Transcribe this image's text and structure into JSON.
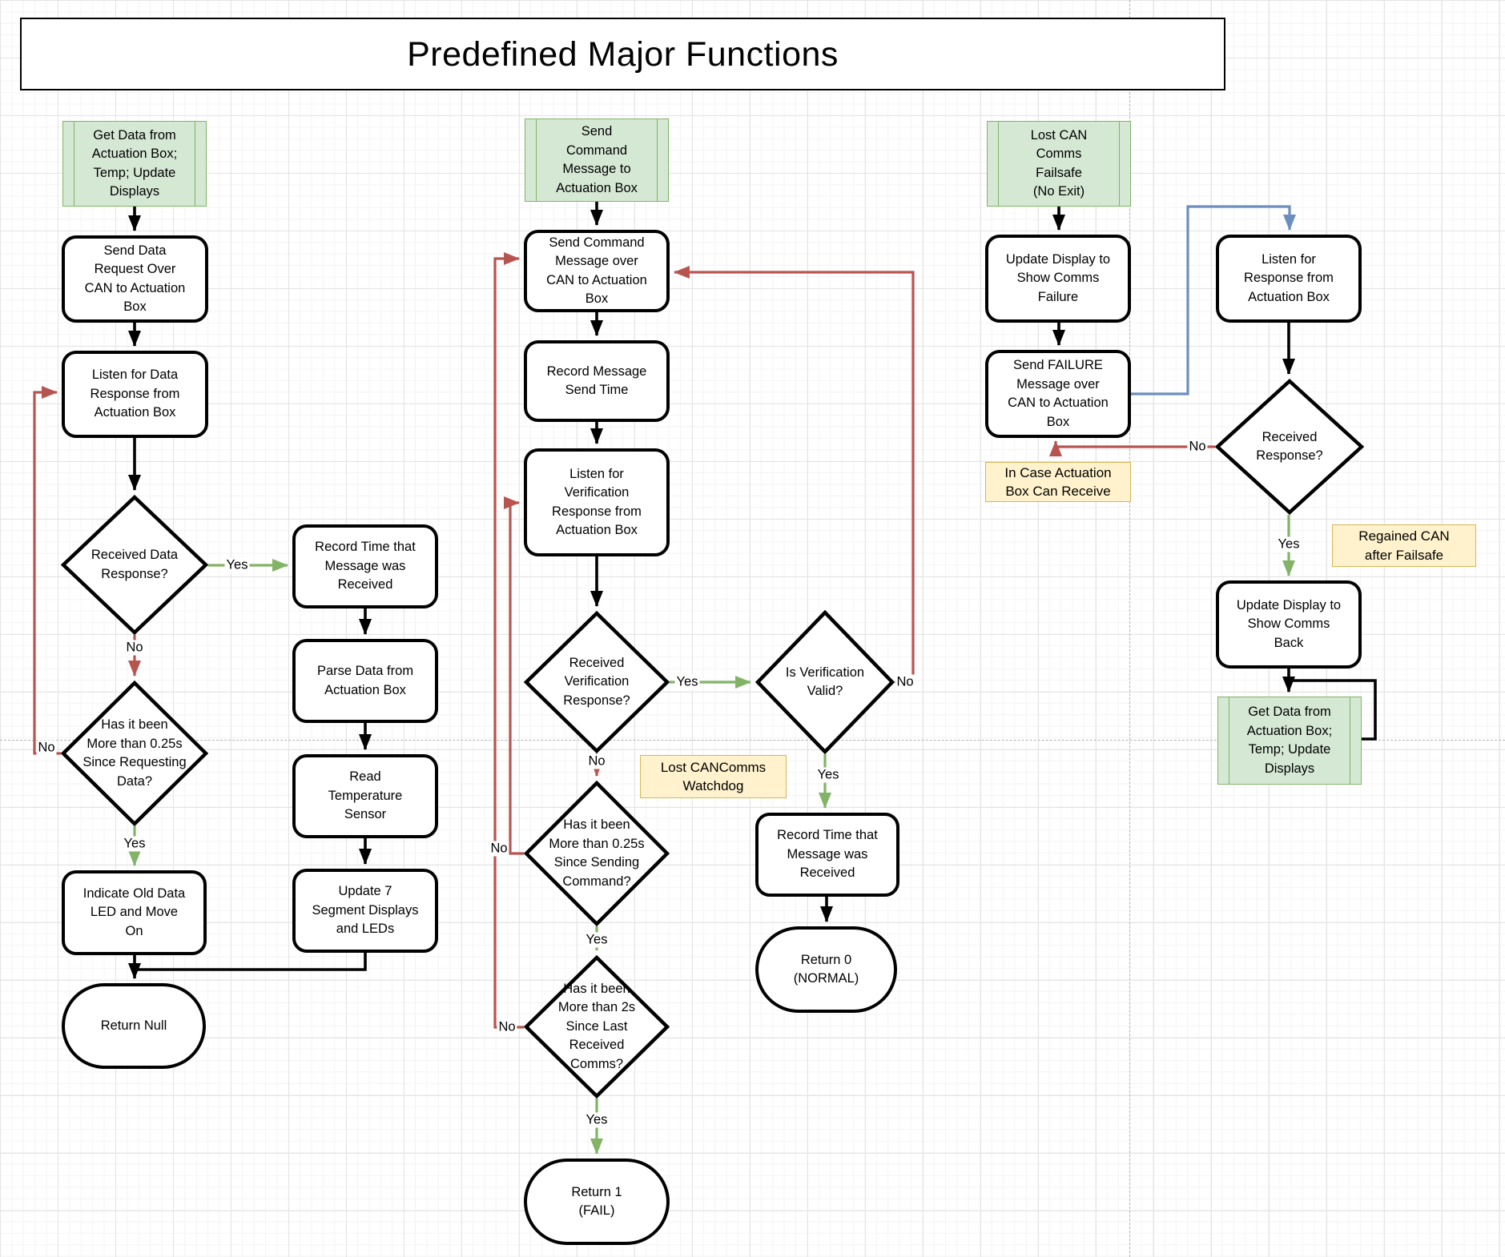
{
  "diagram": {
    "title": "Predefined Major Functions",
    "colors": {
      "black": "#000000",
      "red": "#b85450",
      "green": "#82b366",
      "blue": "#6c8ebf",
      "predefined_fill": "#d5e8d4",
      "predefined_stroke": "#82b366",
      "note_fill": "#fff2cc",
      "note_stroke": "#d6b656"
    },
    "nodes": [
      {
        "id": "page-title",
        "type": "title",
        "label": "Predefined Major Functions"
      },
      {
        "id": "predefined-get-data-entry",
        "type": "predefined",
        "label": "Get Data from\nActuation Box;\nTemp; Update\nDisplays"
      },
      {
        "id": "process-send-data-request",
        "type": "process",
        "label": "Send Data\nRequest Over\nCAN to Actuation\nBox"
      },
      {
        "id": "process-listen-data-response",
        "type": "process",
        "label": "Listen for Data\nResponse from\nActuation Box"
      },
      {
        "id": "decision-received-data-response",
        "type": "decision",
        "label": "Received Data\nResponse?"
      },
      {
        "id": "decision-more-than-025s-requesting",
        "type": "decision",
        "label": "Has it been\nMore than 0.25s\nSince Requesting\nData?"
      },
      {
        "id": "process-indicate-old-data-led",
        "type": "process",
        "label": "Indicate Old Data\nLED and Move\nOn"
      },
      {
        "id": "terminator-return-null",
        "type": "terminator",
        "label": "Return Null"
      },
      {
        "id": "process-record-time-received-left",
        "type": "process",
        "label": "Record Time that\nMessage was\nReceived"
      },
      {
        "id": "process-parse-data",
        "type": "process",
        "label": "Parse Data from\nActuation Box"
      },
      {
        "id": "process-read-temp-sensor",
        "type": "process",
        "label": "Read\nTemperature\nSensor"
      },
      {
        "id": "process-update-7seg",
        "type": "process",
        "label": "Update 7\nSegment Displays\nand LEDs"
      },
      {
        "id": "predefined-send-command-entry",
        "type": "predefined",
        "label": "Send\nCommand\nMessage to\nActuation Box"
      },
      {
        "id": "process-send-command-can",
        "type": "process",
        "label": "Send Command\nMessage over\nCAN to Actuation\nBox"
      },
      {
        "id": "process-record-send-time",
        "type": "process",
        "label": "Record Message\nSend Time"
      },
      {
        "id": "process-listen-verification",
        "type": "process",
        "label": "Listen for\nVerification\nResponse from\nActuation Box"
      },
      {
        "id": "decision-received-verification",
        "type": "decision",
        "label": "Received\nVerification\nResponse?"
      },
      {
        "id": "decision-is-verification-valid",
        "type": "decision",
        "label": "Is Verification\nValid?"
      },
      {
        "id": "decision-more-than-025s-sending",
        "type": "decision",
        "label": "Has it been\nMore than 0.25s\nSince Sending\nCommand?"
      },
      {
        "id": "decision-more-than-2s-comms",
        "type": "decision",
        "label": "Has it been\nMore than 2s\nSince Last\nReceived\nComms?"
      },
      {
        "id": "terminator-return-1-fail",
        "type": "terminator",
        "label": "Return 1\n(FAIL)"
      },
      {
        "id": "process-record-time-received-mid",
        "type": "process",
        "label": "Record Time that\nMessage was\nReceived"
      },
      {
        "id": "terminator-return-0-normal",
        "type": "terminator",
        "label": "Return 0\n(NORMAL)"
      },
      {
        "id": "note-lost-cancomms-watchdog",
        "type": "note",
        "label": "Lost CANComms\nWatchdog"
      },
      {
        "id": "predefined-lost-can-failsafe",
        "type": "predefined",
        "label": "Lost CAN\nComms\nFailsafe\n(No Exit)"
      },
      {
        "id": "process-update-display-failure",
        "type": "process",
        "label": "Update Display to\nShow Comms\nFailure"
      },
      {
        "id": "process-send-failure-message",
        "type": "process",
        "label": "Send FAILURE\nMessage over\nCAN to Actuation\nBox"
      },
      {
        "id": "note-in-case-actuation-receive",
        "type": "note",
        "label": "In Case Actuation\nBox Can Receive"
      },
      {
        "id": "process-listen-response",
        "type": "process",
        "label": "Listen for\nResponse from\nActuation Box"
      },
      {
        "id": "decision-received-response",
        "type": "decision",
        "label": "Received\nResponse?"
      },
      {
        "id": "note-regained-can",
        "type": "note",
        "label": "Regained CAN\nafter Failsafe"
      },
      {
        "id": "process-update-display-back",
        "type": "process",
        "label": "Update Display to\nShow Comms\nBack"
      },
      {
        "id": "predefined-get-data-failsafe",
        "type": "predefined",
        "label": "Get Data from\nActuation Box;\nTemp; Update\nDisplays"
      }
    ],
    "edges": [
      {
        "id": "e1",
        "from": "predefined-get-data-entry",
        "to": "process-send-data-request",
        "color": "black",
        "label": ""
      },
      {
        "id": "e2",
        "from": "process-send-data-request",
        "to": "process-listen-data-response",
        "color": "black",
        "label": ""
      },
      {
        "id": "e3",
        "from": "process-listen-data-response",
        "to": "decision-received-data-response",
        "color": "black",
        "label": ""
      },
      {
        "id": "e4",
        "from": "decision-received-data-response",
        "to": "process-record-time-received-left",
        "color": "green",
        "label": "Yes"
      },
      {
        "id": "e5",
        "from": "decision-received-data-response",
        "to": "decision-more-than-025s-requesting",
        "color": "red",
        "label": "No"
      },
      {
        "id": "e6",
        "from": "decision-more-than-025s-requesting",
        "to": "process-listen-data-response",
        "color": "red",
        "label": "No"
      },
      {
        "id": "e7",
        "from": "decision-more-than-025s-requesting",
        "to": "process-indicate-old-data-led",
        "color": "green",
        "label": "Yes"
      },
      {
        "id": "e8",
        "from": "process-indicate-old-data-led",
        "to": "terminator-return-null",
        "color": "black",
        "label": ""
      },
      {
        "id": "e9",
        "from": "process-record-time-received-left",
        "to": "process-parse-data",
        "color": "black",
        "label": ""
      },
      {
        "id": "e10",
        "from": "process-parse-data",
        "to": "process-read-temp-sensor",
        "color": "black",
        "label": ""
      },
      {
        "id": "e11",
        "from": "process-read-temp-sensor",
        "to": "process-update-7seg",
        "color": "black",
        "label": ""
      },
      {
        "id": "e12",
        "from": "process-update-7seg",
        "to": "terminator-return-null",
        "color": "black",
        "label": ""
      },
      {
        "id": "e13",
        "from": "predefined-send-command-entry",
        "to": "process-send-command-can",
        "color": "black",
        "label": ""
      },
      {
        "id": "e14",
        "from": "process-send-command-can",
        "to": "process-record-send-time",
        "color": "black",
        "label": ""
      },
      {
        "id": "e15",
        "from": "process-record-send-time",
        "to": "process-listen-verification",
        "color": "black",
        "label": ""
      },
      {
        "id": "e16",
        "from": "process-listen-verification",
        "to": "decision-received-verification",
        "color": "black",
        "label": ""
      },
      {
        "id": "e17",
        "from": "decision-received-verification",
        "to": "decision-is-verification-valid",
        "color": "green",
        "label": "Yes"
      },
      {
        "id": "e18",
        "from": "decision-received-verification",
        "to": "decision-more-than-025s-sending",
        "color": "red",
        "label": "No"
      },
      {
        "id": "e19",
        "from": "decision-more-than-025s-sending",
        "to": "process-listen-verification",
        "color": "red",
        "label": "No"
      },
      {
        "id": "e20",
        "from": "decision-more-than-025s-sending",
        "to": "decision-more-than-2s-comms",
        "color": "green",
        "label": "Yes"
      },
      {
        "id": "e21",
        "from": "decision-more-than-2s-comms",
        "to": "process-send-command-can",
        "color": "red",
        "label": "No"
      },
      {
        "id": "e22",
        "from": "decision-more-than-2s-comms",
        "to": "terminator-return-1-fail",
        "color": "green",
        "label": "Yes"
      },
      {
        "id": "e23",
        "from": "decision-is-verification-valid",
        "to": "process-record-time-received-mid",
        "color": "green",
        "label": "Yes"
      },
      {
        "id": "e24",
        "from": "decision-is-verification-valid",
        "to": "process-send-command-can",
        "color": "red",
        "label": "No"
      },
      {
        "id": "e25",
        "from": "process-record-time-received-mid",
        "to": "terminator-return-0-normal",
        "color": "black",
        "label": ""
      },
      {
        "id": "e26",
        "from": "predefined-lost-can-failsafe",
        "to": "process-update-display-failure",
        "color": "black",
        "label": ""
      },
      {
        "id": "e27",
        "from": "process-update-display-failure",
        "to": "process-send-failure-message",
        "color": "black",
        "label": ""
      },
      {
        "id": "e28",
        "from": "process-send-failure-message",
        "to": "process-listen-response",
        "color": "blue",
        "label": ""
      },
      {
        "id": "e29",
        "from": "process-listen-response",
        "to": "decision-received-response",
        "color": "black",
        "label": ""
      },
      {
        "id": "e30",
        "from": "decision-received-response",
        "to": "process-send-failure-message",
        "color": "red",
        "label": "No"
      },
      {
        "id": "e31",
        "from": "decision-received-response",
        "to": "process-update-display-back",
        "color": "green",
        "label": "Yes"
      },
      {
        "id": "e32",
        "from": "process-update-display-back",
        "to": "predefined-get-data-failsafe",
        "color": "black",
        "label": ""
      },
      {
        "id": "e33",
        "from": "predefined-get-data-failsafe",
        "to": "predefined-get-data-failsafe",
        "color": "black",
        "label": ""
      }
    ]
  }
}
